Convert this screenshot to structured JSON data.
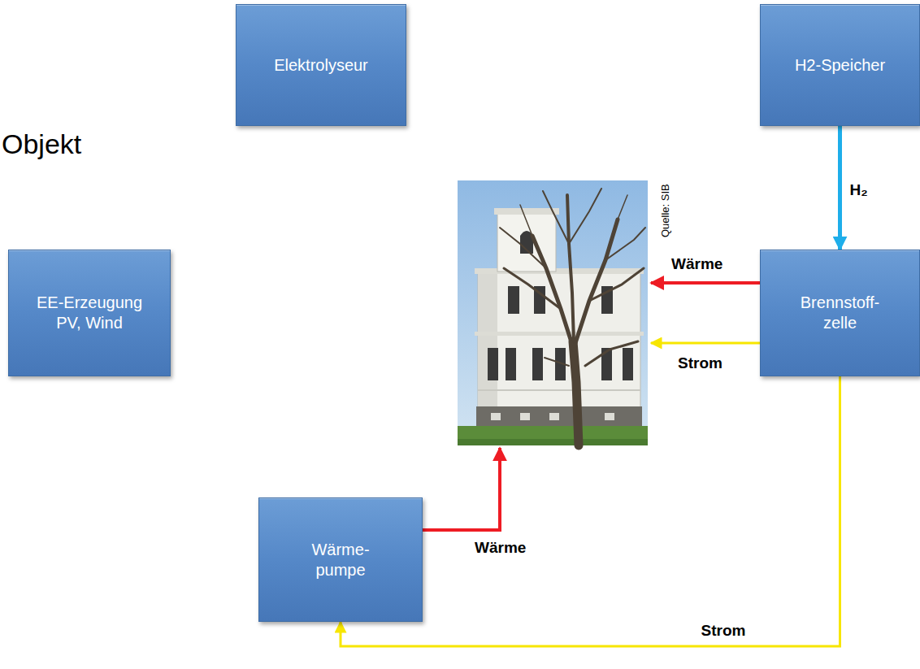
{
  "diagram": {
    "title": "Objekt",
    "nodes": [
      {
        "text": [
          "Elektrolyseur"
        ]
      },
      {
        "text": [
          "H2-Speicher"
        ]
      },
      {
        "text": [
          "EE-Erzeugung PV, Wind"
        ]
      },
      {
        "text": [
          "Brennstoff- zelle"
        ]
      },
      {
        "text": [
          "Wärme- pumpe"
        ]
      }
    ],
    "edges": [
      {
        "from": 1,
        "to": 3,
        "label": "H₂",
        "arrow": "to"
      },
      {
        "from": 3,
        "to": 4,
        "label": "Strom",
        "arrow": "to"
      }
    ],
    "labels": [
      "Quelle: SIB",
      "Wärme",
      "Strom",
      "Wärme"
    ]
  }
}
